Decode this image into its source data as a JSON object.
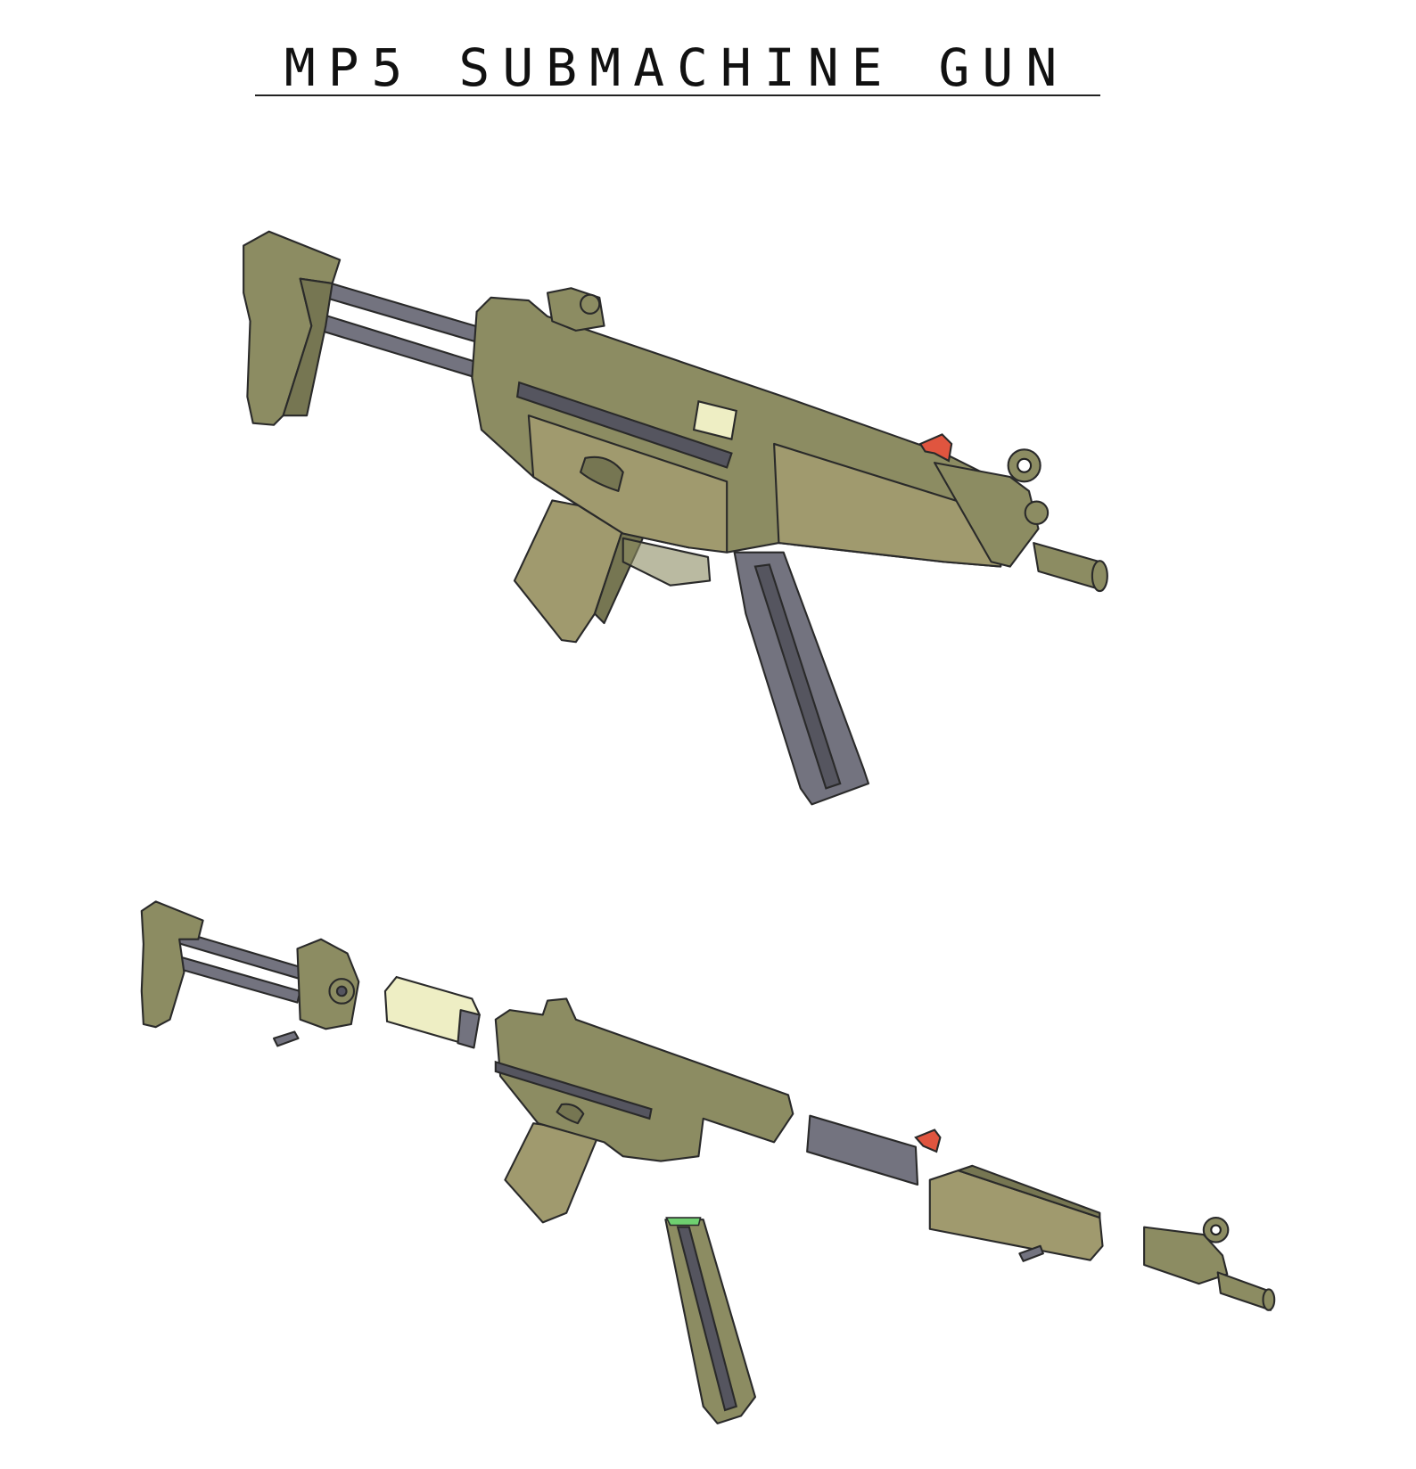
{
  "title": "MP5 SUBMACHINE GUN",
  "colors": {
    "body": "#8c8c62",
    "metal": "#73737f",
    "cocking_lever": "#e0553f",
    "bolt": "#eeeec4",
    "magazine_follower": "#6fd070"
  },
  "views": [
    "assembled",
    "exploded"
  ]
}
